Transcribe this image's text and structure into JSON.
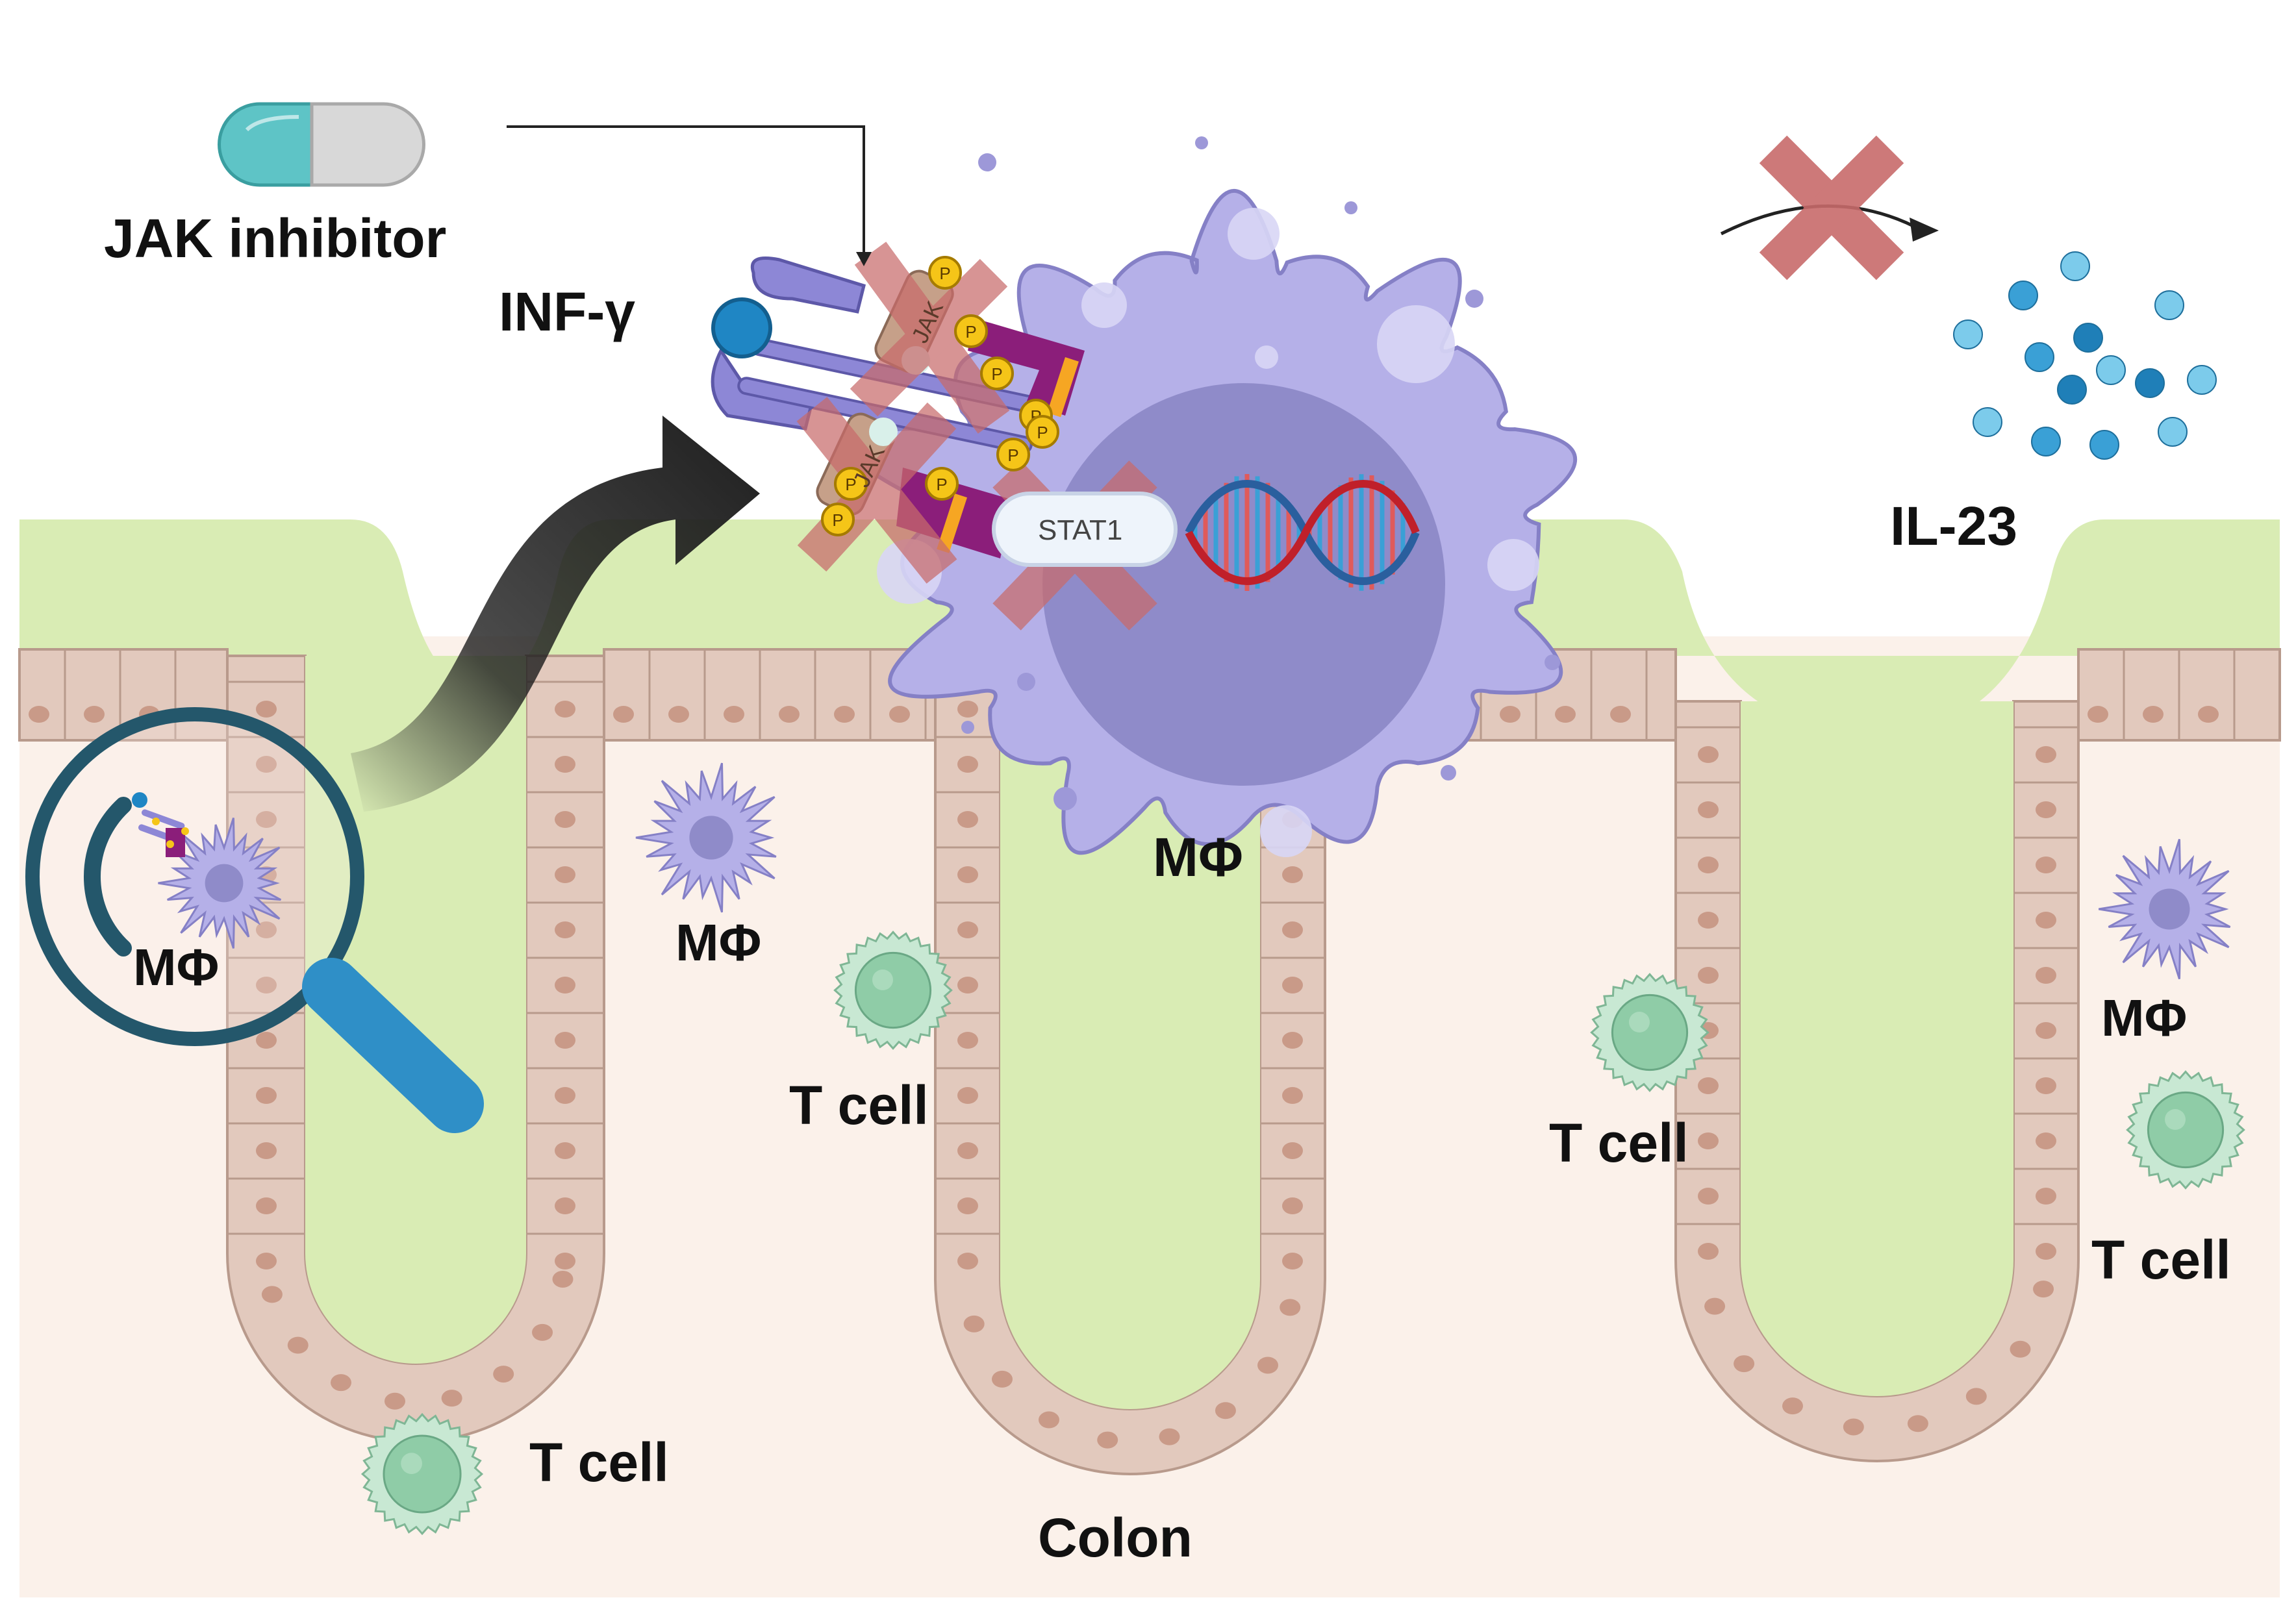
{
  "labels": {
    "jak_inhibitor": "JAK inhibitor",
    "inf_gamma": "INF-γ",
    "il23": "IL-23",
    "macrophage": "MΦ",
    "t_cell": "T cell",
    "colon": "Colon",
    "stat1": "STAT1",
    "jak": "JAK",
    "p": "P"
  },
  "colors": {
    "lumen": "#d9ecb4",
    "lamina": "#fbf1ea",
    "epithelium": "#e2c9bd",
    "nucleus_spot": "#c99a88",
    "macrophage": "#b5b0e8",
    "macrophage_nucleus": "#8f8bc9",
    "t_cell": "#9fd4b3",
    "capsule_teal": "#5ec4c6",
    "capsule_grey": "#d8d8d8",
    "il23": "#3aa0d6",
    "inhibit_cross": "#c86b6b",
    "arrow_dark": "#1f1f1f",
    "magnifier_ring": "#24576b",
    "magnifier_handle": "#2f8fc7",
    "stat_purple": "#8b1e7a",
    "phospho": "#f5c518"
  }
}
